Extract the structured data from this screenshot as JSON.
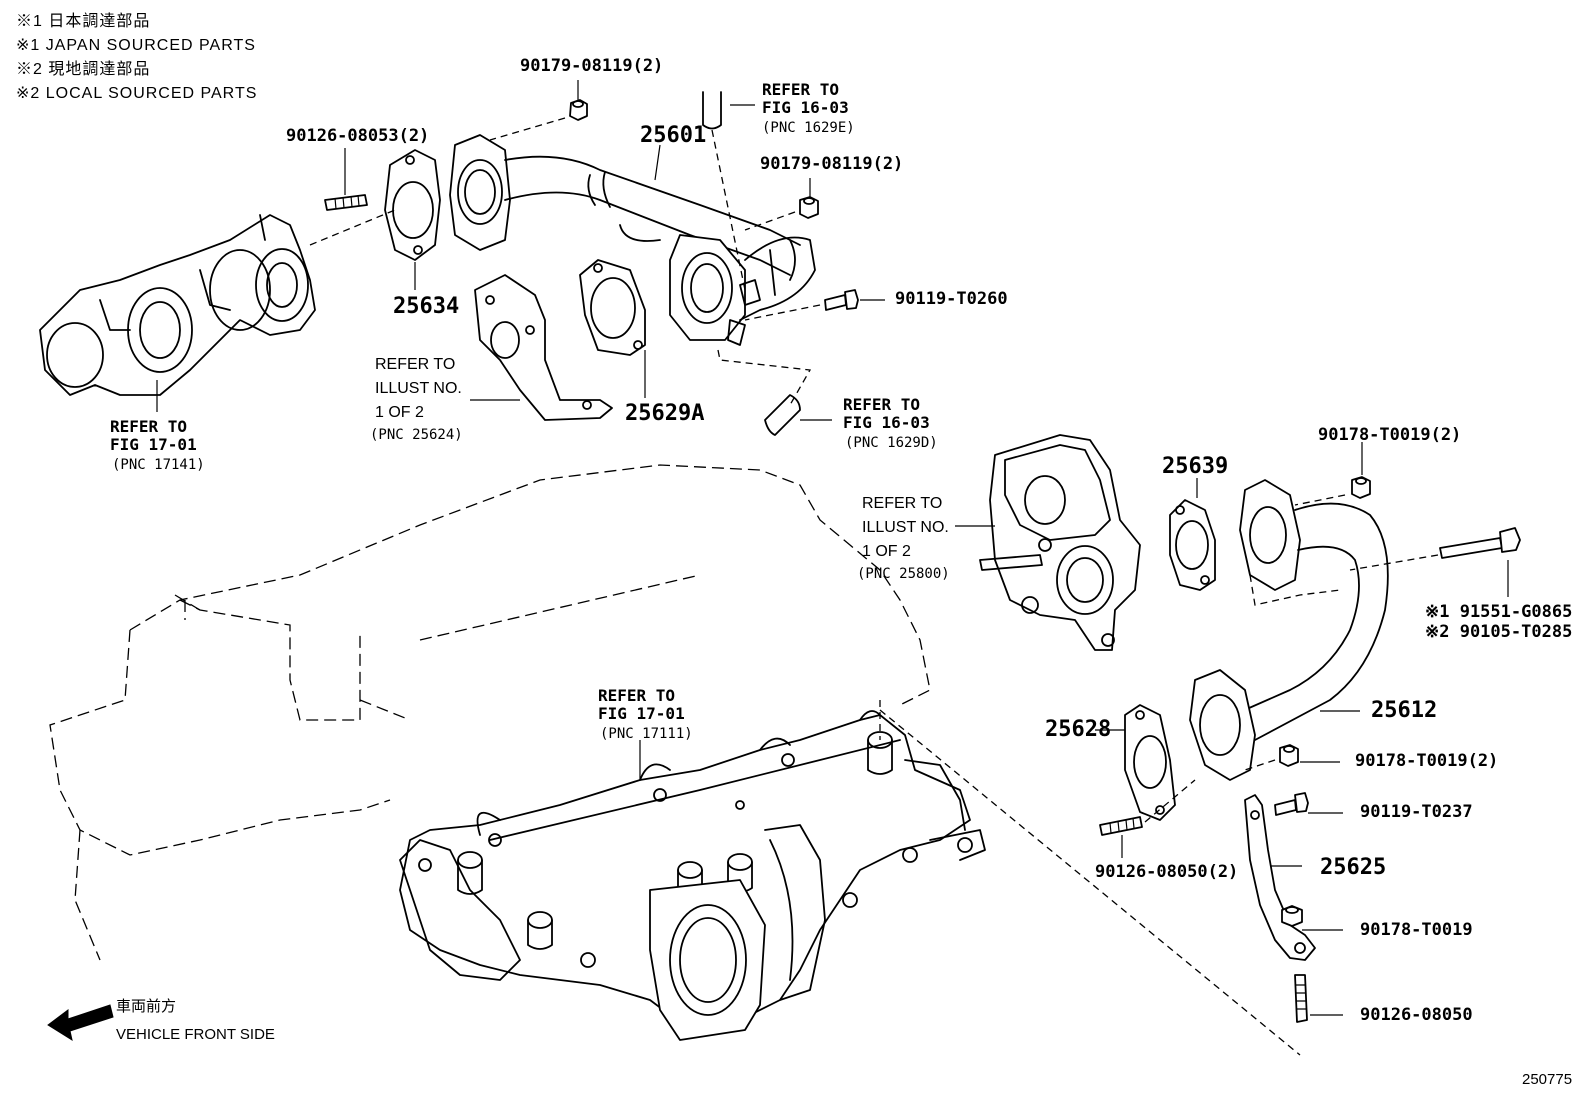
{
  "notes": [
    "※1 日本調達部品",
    "※1 JAPAN SOURCED PARTS",
    "※2 現地調達部品",
    "※2 LOCAL SOURCED PARTS"
  ],
  "callouts": {
    "p90179_top": "90179-08119(2)",
    "p90179_mid": "90179-08119(2)",
    "p90126_08053": "90126-08053(2)",
    "p25601": "25601",
    "p25634": "25634",
    "p90119_T0260": "90119-T0260",
    "p25629A": "25629A",
    "p25639": "25639",
    "p90178_top": "90178-T0019(2)",
    "p91551": "※1 91551-G0865",
    "p90105": "※2 90105-T0285",
    "p25612": "25612",
    "p25628": "25628",
    "p90178_mid": "90178-T0019(2)",
    "p90119_T0237": "90119-T0237",
    "p90126_08050_2": "90126-08050(2)",
    "p25625": "25625",
    "p90178_single": "90178-T0019",
    "p90126_08050": "90126-08050"
  },
  "refs": {
    "fig1603_top": [
      "REFER TO",
      "FIG 16-03",
      "(PNC 1629E)"
    ],
    "fig1603_mid": [
      "REFER TO",
      "FIG 16-03",
      "(PNC 1629D)"
    ],
    "fig1701_left": [
      "REFER TO",
      "FIG 17-01",
      "(PNC 17141)"
    ],
    "fig1701_center": [
      "REFER TO",
      "FIG 17-01",
      "(PNC 17111)"
    ],
    "illust_25624": [
      "REFER TO",
      "ILLUST NO.",
      "1 OF 2",
      "(PNC 25624)"
    ],
    "illust_25800": [
      "REFER TO",
      "ILLUST NO.",
      "1 OF 2",
      "(PNC 25800)"
    ]
  },
  "direction": {
    "jp": "車両前方",
    "en": "VEHICLE FRONT SIDE"
  },
  "figure_id": "250775"
}
